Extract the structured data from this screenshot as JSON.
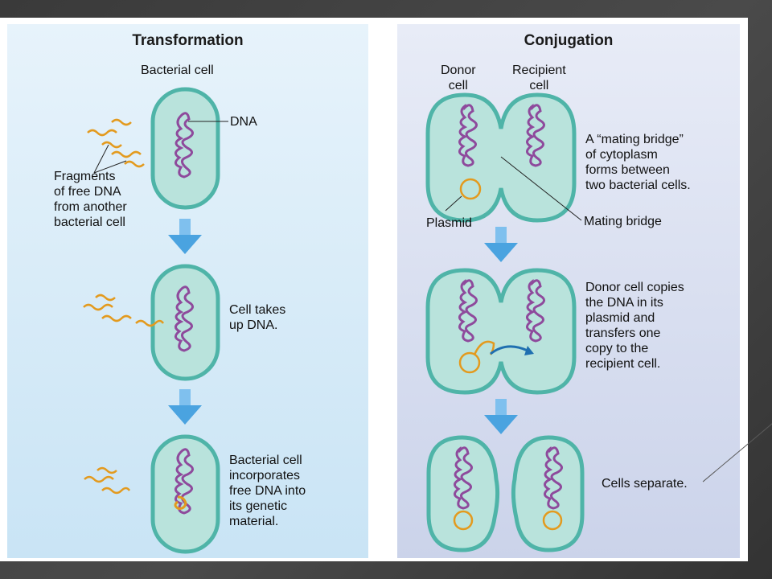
{
  "transformation": {
    "title": "Transformation",
    "bacterial_cell": "Bacterial cell",
    "dna": "DNA",
    "fragments": [
      "Fragments",
      "of free DNA",
      "from another",
      "bacterial cell"
    ],
    "step2": [
      "Cell takes",
      "up DNA."
    ],
    "step3": [
      "Bacterial cell",
      "incorporates",
      "free DNA into",
      "its genetic",
      "material."
    ]
  },
  "conjugation": {
    "title": "Conjugation",
    "donor": [
      "Donor",
      "cell"
    ],
    "recipient": [
      "Recipient",
      "cell"
    ],
    "bridge_desc": [
      "A “mating bridge”",
      "of cytoplasm",
      "forms between",
      "two bacterial cells."
    ],
    "plasmid": "Plasmid",
    "mating_bridge": "Mating bridge",
    "step2": [
      "Donor cell copies",
      "the DNA in its",
      "plasmid and",
      "transfers one",
      "copy to the",
      "recipient cell."
    ],
    "step3": "Cells separate."
  },
  "colors": {
    "cell_fill": "#b9e3dc",
    "cell_stroke": "#4fb4a8",
    "dna": "#8e4a9c",
    "plasmid": "#e39a1e",
    "arrow": "#4aa3e0"
  }
}
